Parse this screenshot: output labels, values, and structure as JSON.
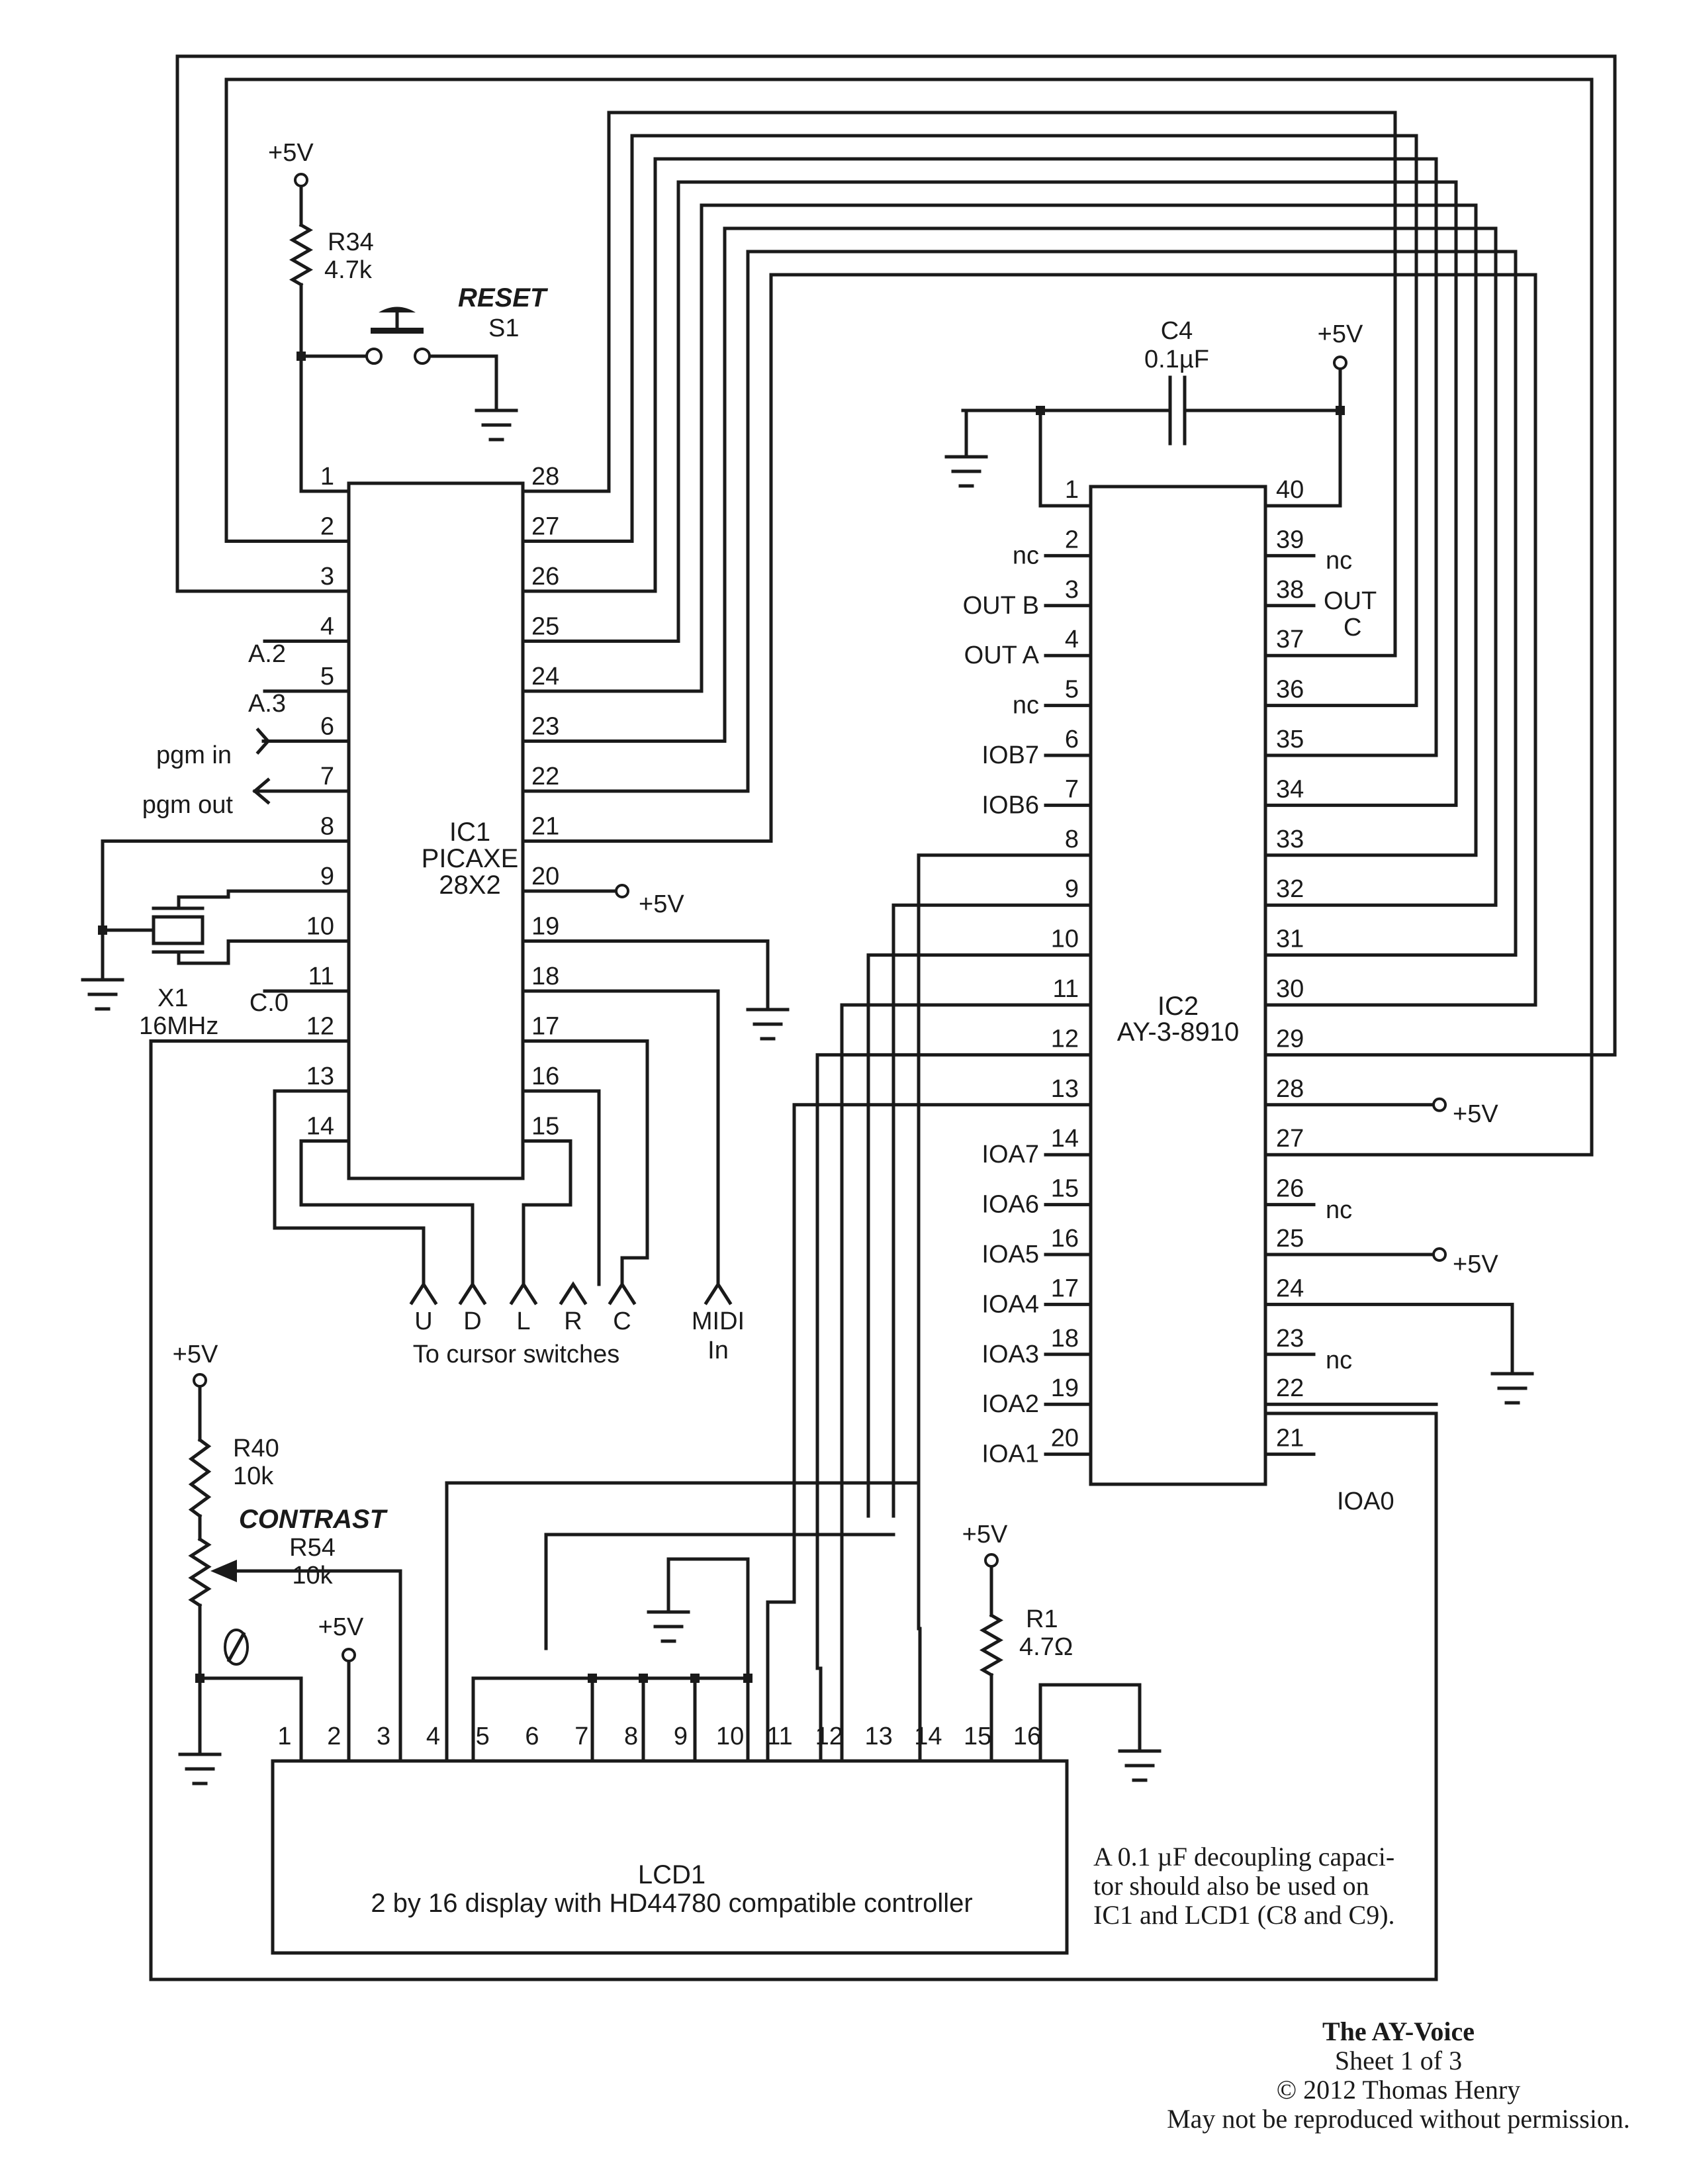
{
  "supply_label": "+5V",
  "components": {
    "r34": {
      "ref": "R34",
      "value": "4.7k"
    },
    "s1": {
      "name": "RESET",
      "ref": "S1"
    },
    "c4": {
      "ref": "C4",
      "value": "0.1µF"
    },
    "x1": {
      "ref": "X1",
      "value": "16MHz"
    },
    "r40": {
      "ref": "R40",
      "value": "10k"
    },
    "r54": {
      "name": "CONTRAST",
      "ref": "R54",
      "value": "10k"
    },
    "r1": {
      "ref": "R1",
      "value": "4.7Ω"
    }
  },
  "ic1": {
    "ref": "IC1",
    "part": "PICAXE",
    "variant": "28X2",
    "left_pins": [
      "1",
      "2",
      "3",
      "4",
      "5",
      "6",
      "7",
      "8",
      "9",
      "10",
      "11",
      "12",
      "13",
      "14"
    ],
    "right_pins": [
      "28",
      "27",
      "26",
      "25",
      "24",
      "23",
      "22",
      "21",
      "20",
      "19",
      "18",
      "17",
      "16",
      "15"
    ],
    "pin_labels": {
      "p4": "A.2",
      "p5": "A.3",
      "p6": "pgm in",
      "p7": "pgm out",
      "p11": "C.0"
    }
  },
  "ic2": {
    "ref": "IC2",
    "part": "AY-3-8910",
    "left_pins": [
      "1",
      "2",
      "3",
      "4",
      "5",
      "6",
      "7",
      "8",
      "9",
      "10",
      "11",
      "12",
      "13",
      "14",
      "15",
      "16",
      "17",
      "18",
      "19",
      "20"
    ],
    "right_pins": [
      "40",
      "39",
      "38",
      "37",
      "36",
      "35",
      "34",
      "33",
      "32",
      "31",
      "30",
      "29",
      "28",
      "27",
      "26",
      "25",
      "24",
      "23",
      "22",
      "21"
    ],
    "left_labels": [
      "",
      "nc",
      "OUT B",
      "OUT A",
      "nc",
      "IOB7",
      "IOB6",
      "",
      "",
      "",
      "",
      "",
      "",
      "IOA7",
      "IOA6",
      "IOA5",
      "IOA4",
      "IOA3",
      "IOA2",
      "IOA1"
    ],
    "right_labels": {
      "p39": "nc",
      "p38_out": "OUT",
      "p38_c": "C",
      "p26": "nc",
      "p23": "nc",
      "p21": "IOA0"
    }
  },
  "switch_connectors": {
    "letters": [
      "U",
      "D",
      "L",
      "R",
      "C"
    ],
    "caption": "To cursor switches",
    "midi_line1": "MIDI",
    "midi_line2": "In"
  },
  "lcd1": {
    "ref": "LCD1",
    "description": "2 by 16 display with HD44780 compatible controller",
    "pins": [
      "1",
      "2",
      "3",
      "4",
      "5",
      "6",
      "7",
      "8",
      "9",
      "10",
      "11",
      "12",
      "13",
      "14",
      "15",
      "16"
    ]
  },
  "note": {
    "line1": "A 0.1 µF decoupling capaci-",
    "line2": "tor should also be used on",
    "line3": "IC1 and LCD1 (C8 and C9)."
  },
  "title_block": {
    "title": "The AY-Voice",
    "sheet": "Sheet 1 of 3",
    "copyright": "© 2012  Thomas Henry",
    "notice": "May not be reproduced without permission."
  }
}
